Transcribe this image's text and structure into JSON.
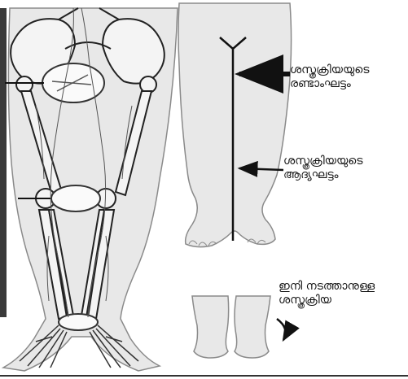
{
  "labels": {
    "stage2": {
      "line1": "ശസ്ത്രക്രിയയുടെ",
      "line2": "രണ്ടാംഘട്ടം"
    },
    "stage1": {
      "line1": "ശസ്ത്രക്രിയയുടെ",
      "line2": "ആദ്യഘട്ടം"
    },
    "future": {
      "line1": "ഇനി നടത്താനുള്ള",
      "line2": "ശസ്ത്രക്രിയ"
    }
  },
  "colors": {
    "skin": "#e8e8e8",
    "skin_outline": "#8a8a8a",
    "bone": "#f4f4f4",
    "ink": "#111111"
  }
}
